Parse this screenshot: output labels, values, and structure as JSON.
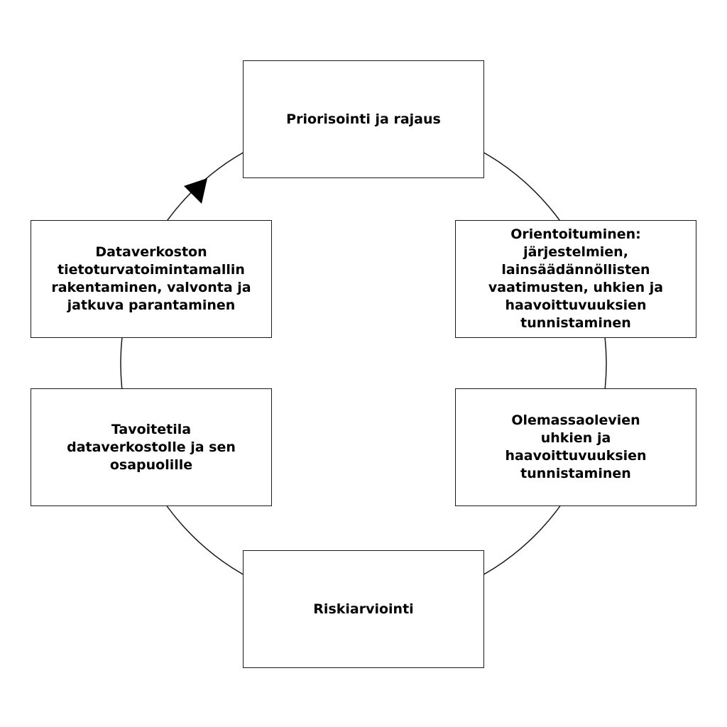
{
  "diagram": {
    "type": "cycle",
    "stroke_color": "#1a1a1a",
    "steps": [
      {
        "label": "Priorisointi ja rajaus"
      },
      {
        "label": "Orientoituminen:\njärjestelmien,\nlainsäädännöllisten\nvaatimusten, uhkien ja\nhaavoittuvuuksien\ntunnistaminen"
      },
      {
        "label": "Olemassaolevien\nuhkien ja\nhaavoittuvuuksien\ntunnistaminen"
      },
      {
        "label": "Riskiarviointi"
      },
      {
        "label": "Tavoitetila\ndataverkostolle ja sen\nosapuolille"
      },
      {
        "label": "Dataverkoston\ntietoturvatoimintamallin\nrakentaminen, valvonta ja\njatkuva parantaminen"
      }
    ]
  }
}
